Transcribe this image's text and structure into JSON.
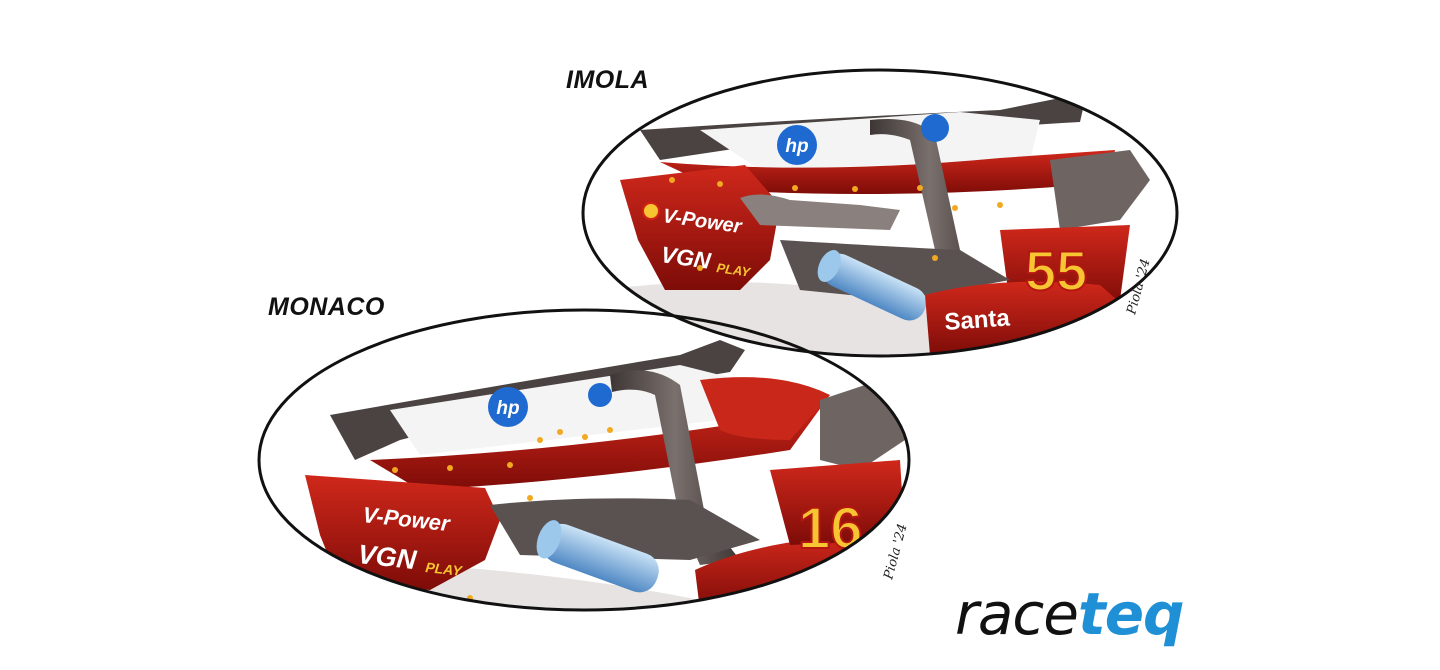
{
  "labels": {
    "top": "IMOLA",
    "bottom": "MONACO"
  },
  "logo": {
    "part1": "race",
    "part2": "teq"
  },
  "sponsors": {
    "hp": "hp",
    "vpower": "V-Power",
    "vgn": "VGN",
    "play": "PLAY",
    "santander": "Santa",
    "num_imola": "55",
    "num_monaco": "16"
  },
  "signatures": {
    "imola": "Piola '24",
    "monaco": "Piola '24"
  },
  "colors": {
    "ferrari_red": "#b3170f",
    "dark_red": "#7e0c08",
    "carbon": "#5a5250",
    "hp_blue": "#1f6ad1",
    "number_yellow": "#f7c531",
    "drs_blue": "#8fbde6",
    "brand_blue": "#1f8fd6"
  },
  "icons": [
    "hp-logo-icon",
    "shell-logo-icon"
  ]
}
